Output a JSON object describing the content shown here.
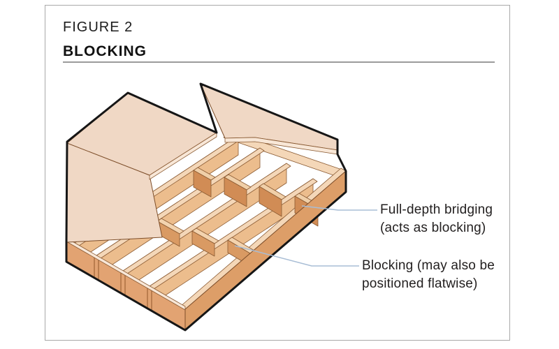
{
  "figure": {
    "label": "FIGURE 2",
    "title": "BLOCKING"
  },
  "annotations": [
    {
      "id": "full-depth-bridging",
      "text": "Full-depth bridging\n(acts as blocking)"
    },
    {
      "id": "blocking",
      "text": "Blocking (may also be\npositioned flatwise)"
    }
  ],
  "colors": {
    "sheathing": "#f0d8c5",
    "sheathing_edge": "#f8e7d7",
    "joist_side": "#ecbd8d",
    "joist_top": "#f4d7b8",
    "rim_front": "#e2a372",
    "rim_right": "#dd9e68",
    "bridging_face": "#d18c55",
    "bridging_top": "#f0cfa8",
    "blocking_face": "#d99a63",
    "blocking_top": "#f3d3ae",
    "leader": "#a8bdd5",
    "outline": "#161616",
    "border": "#a9a9a9",
    "rule": "#9b9b9b"
  }
}
